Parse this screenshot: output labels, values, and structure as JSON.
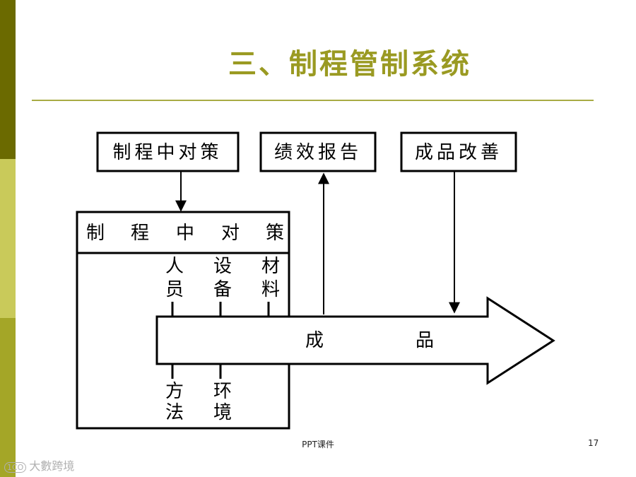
{
  "title": "三、制程管制系统",
  "boxes": {
    "top_left": "制程中对策",
    "top_mid": "绩效报告",
    "top_right": "成品改善",
    "main_header": [
      "制",
      "程",
      "中",
      "对",
      "策"
    ]
  },
  "factors": {
    "people": [
      "人",
      "员"
    ],
    "equipment": [
      "设",
      "备"
    ],
    "material": [
      "材",
      "料"
    ],
    "method": [
      "方",
      "法"
    ],
    "environment": [
      "环",
      "境"
    ]
  },
  "arrow_label": [
    "成",
    "品"
  ],
  "footer": {
    "center": "PPT课件",
    "page": "17"
  },
  "watermark": {
    "logo": "1CO",
    "text": "大數跨境"
  },
  "colors": {
    "title": "#9a9a22",
    "rule": "#a8ab44",
    "sidebar_dark": "#6b6a00",
    "sidebar_light": "#c9ca5a",
    "sidebar_mid": "#a4a627"
  }
}
